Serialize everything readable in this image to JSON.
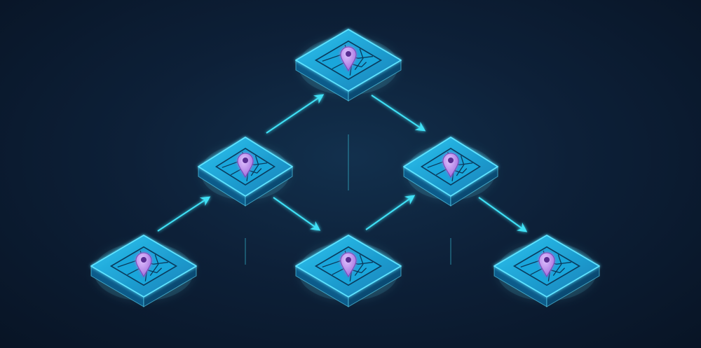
{
  "colors": {
    "background": "#0b1a2e",
    "tile_top": "#1a9fd6",
    "tile_edge": "#5fe3ff",
    "tile_side": "#0e5a86",
    "map_lines": "#0a3a5c",
    "pin": "#b98ae8",
    "arrow_cyan": "#3fe0f5",
    "arrow_blue": "#2f7ee0"
  },
  "nodes": [
    {
      "id": "top",
      "icon": "map-pin-icon"
    },
    {
      "id": "mid-left",
      "icon": "map-pin-icon"
    },
    {
      "id": "mid-right",
      "icon": "map-pin-icon"
    },
    {
      "id": "bottom-left",
      "icon": "map-pin-icon"
    },
    {
      "id": "bottom-center",
      "icon": "map-pin-icon"
    },
    {
      "id": "bottom-right",
      "icon": "map-pin-icon"
    }
  ],
  "edges": [
    {
      "from": "mid-left",
      "to": "top",
      "color": "cyan"
    },
    {
      "from": "top",
      "to": "mid-right",
      "color": "cyan"
    },
    {
      "from": "top",
      "to": "bottom-center",
      "color": "cyan"
    },
    {
      "from": "bottom-left",
      "to": "mid-left",
      "color": "cyan"
    },
    {
      "from": "mid-left",
      "to": "bottom-center",
      "color": "cyan"
    },
    {
      "from": "mid-left",
      "to": "bottom-center",
      "color": "cyan"
    },
    {
      "from": "bottom-center",
      "to": "mid-right",
      "color": "cyan"
    },
    {
      "from": "mid-right",
      "to": "bottom-right",
      "color": "cyan"
    },
    {
      "from": "mid-right",
      "to": "bottom-right",
      "color": "cyan"
    },
    {
      "from": "bottom-left",
      "to": "bottom-center",
      "color": "blue"
    },
    {
      "from": "bottom-center",
      "to": "bottom-right",
      "color": "blue"
    }
  ]
}
